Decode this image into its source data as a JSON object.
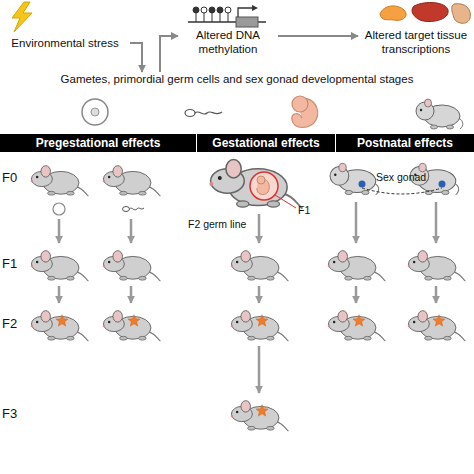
{
  "diagram": {
    "nodes": [
      {
        "text": [
          "Environmental stress"
        ]
      },
      {
        "text": [
          "Altered DNA methylation"
        ]
      },
      {
        "text": [
          "Altered target tissue transcriptions"
        ]
      },
      {
        "text": [
          "Gametes, primordial germ cells and sex gonad developmental stages"
        ]
      },
      {
        "text": [
          "Pregestational effects"
        ]
      },
      {
        "text": [
          "Gestational effects"
        ]
      },
      {
        "text": [
          "Postnatal effects"
        ]
      }
    ],
    "edges": [
      {
        "from": 0,
        "to": 3,
        "arrow": "to"
      },
      {
        "from": 3,
        "to": 1,
        "arrow": "to"
      },
      {
        "from": 1,
        "to": 2,
        "arrow": "to"
      }
    ],
    "labels": [
      "F0",
      "F1",
      "F2",
      "F3",
      "F1",
      "F2 germ line",
      "Sex gonad"
    ]
  }
}
